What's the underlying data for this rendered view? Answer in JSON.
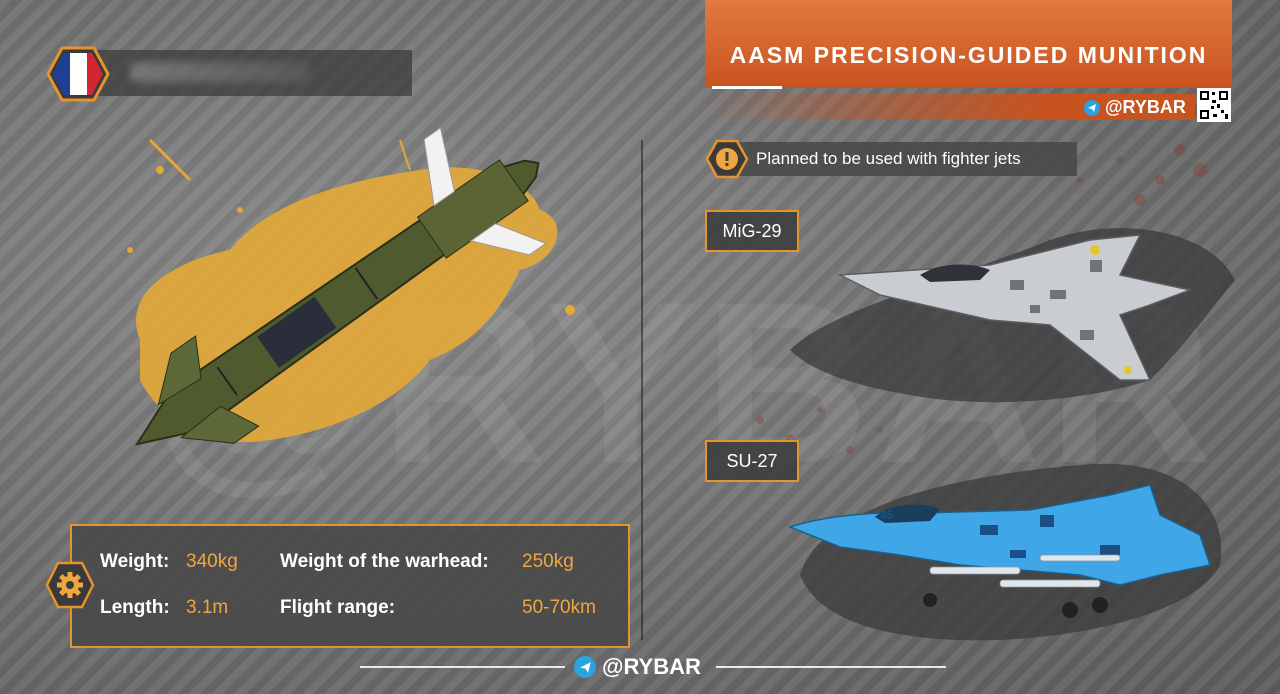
{
  "header": {
    "title": "AASM PRECISION-GUIDED MUNITION",
    "brand": "@RYBAR"
  },
  "notice": {
    "text": "Planned to be used with fighter jets"
  },
  "aircraft": [
    {
      "label": "MiG-29"
    },
    {
      "label": "SU-27"
    }
  ],
  "specs": {
    "weight_label": "Weight:",
    "weight_value": "340kg",
    "length_label": "Length:",
    "length_value": "3.1m",
    "warhead_label": "Weight of the warhead:",
    "warhead_value": "250kg",
    "range_label": "Flight range:",
    "range_value": "50-70km"
  },
  "footer": {
    "brand": "@RYBAR"
  },
  "watermark": "@RYBAR",
  "colors": {
    "accent_orange": "#e4932d",
    "banner_orange": "#c9531f",
    "splash_yellow": "#e2a838",
    "telegram_blue": "#2aa3e0"
  },
  "icons": [
    "france-flag-icon",
    "warning-icon",
    "gear-icon",
    "telegram-icon",
    "qr-code-icon"
  ]
}
